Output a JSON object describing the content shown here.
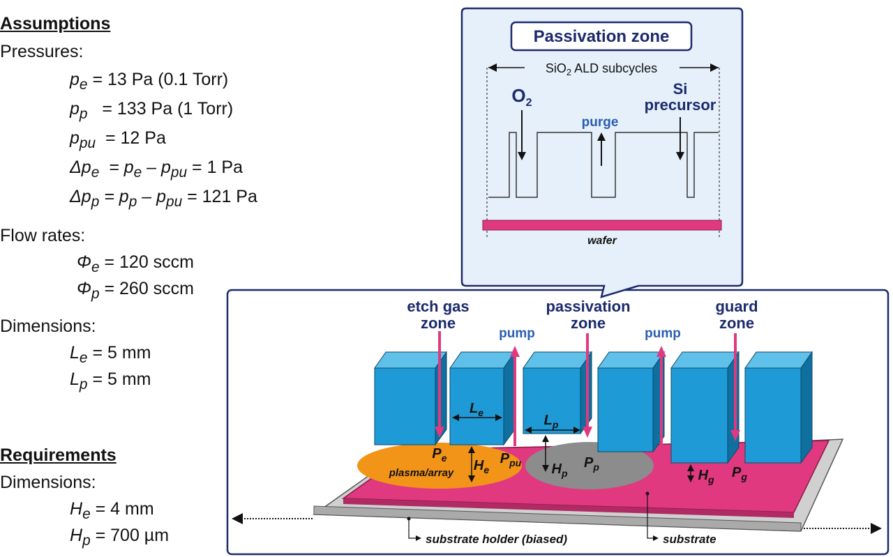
{
  "assumptions": {
    "heading": "Assumptions",
    "pressures_label": "Pressures:",
    "pressures": [
      {
        "sym": "p",
        "sub": "e",
        "pad": "",
        "rhs": " = 13 Pa (0.1 Torr)"
      },
      {
        "sym": "p",
        "sub": "p",
        "pad": "  ",
        "rhs": " = 133 Pa (1 Torr)"
      },
      {
        "sym": "p",
        "sub": "pu",
        "pad": " ",
        "rhs": " = 12 Pa"
      }
    ],
    "deltas": [
      {
        "text": "Δp",
        "sub": "e",
        "rhs": "  = p",
        "sub2": "e",
        "mid": " – p",
        "sub3": "pu",
        "tail": " = 1 Pa"
      },
      {
        "text": "Δp",
        "sub": "p",
        "rhs": " = p",
        "sub2": "p",
        "mid": " – p",
        "sub3": "pu",
        "tail": " = 121 Pa"
      }
    ],
    "flow_label": "Flow rates:",
    "flows": [
      {
        "sym": "Φ",
        "sub": "e",
        "rhs": " = 120 sccm"
      },
      {
        "sym": "Φ",
        "sub": "p",
        "rhs": " = 260 sccm"
      }
    ],
    "dims_label": "Dimensions:",
    "dims": [
      {
        "sym": "L",
        "sub": "e",
        "rhs": " = 5 mm"
      },
      {
        "sym": "L",
        "sub": "p",
        "rhs": " = 5 mm"
      }
    ]
  },
  "requirements": {
    "heading": "Requirements",
    "dims_label": "Dimensions:",
    "dims": [
      {
        "sym": "H",
        "sub": "e",
        "rhs": " = 4 mm"
      },
      {
        "sym": "H",
        "sub": "p",
        "rhs": " = 700 µm"
      }
    ]
  },
  "callout": {
    "title": "Passivation zone",
    "subcycles": "SiO",
    "subcycles_sub": "2",
    "subcycles_tail": " ALD subcycles",
    "o2": "O",
    "o2_sub": "2",
    "purge": "purge",
    "si_line1": "Si",
    "si_line2": "precursor",
    "wafer": "wafer"
  },
  "reactor": {
    "etch_zone_1": "etch gas",
    "etch_zone_2": "zone",
    "pass_zone_1": "passivation",
    "pass_zone_2": "zone",
    "guard_zone_1": "guard",
    "guard_zone_2": "zone",
    "pump_1": "pump",
    "pump_2": "pump",
    "Le": "L",
    "Le_sub": "e",
    "Lp": "L",
    "Lp_sub": "p",
    "Pe": "P",
    "Pe_sub": "e",
    "He": "H",
    "He_sub": "e",
    "Ppu": "P",
    "Ppu_sub": "pu",
    "Hp": "H",
    "Hp_sub": "p",
    "Pp": "P",
    "Pp_sub": "p",
    "Hg": "H",
    "Hg_sub": "g",
    "Pg": "P",
    "Pg_sub": "g",
    "plasma": "plasma/array",
    "holder": "substrate holder (biased)",
    "substrate": "substrate"
  },
  "colors": {
    "block_front": "#1e9ad6",
    "block_top": "#5fc0ea",
    "block_side": "#0f6f9f",
    "magenta": "#e0397f",
    "orange": "#f29418",
    "gray": "#8c8c8c",
    "navy": "#1a2a6c",
    "pump_blue": "#2a5db0",
    "callout_bg": "#e6f0fa"
  }
}
